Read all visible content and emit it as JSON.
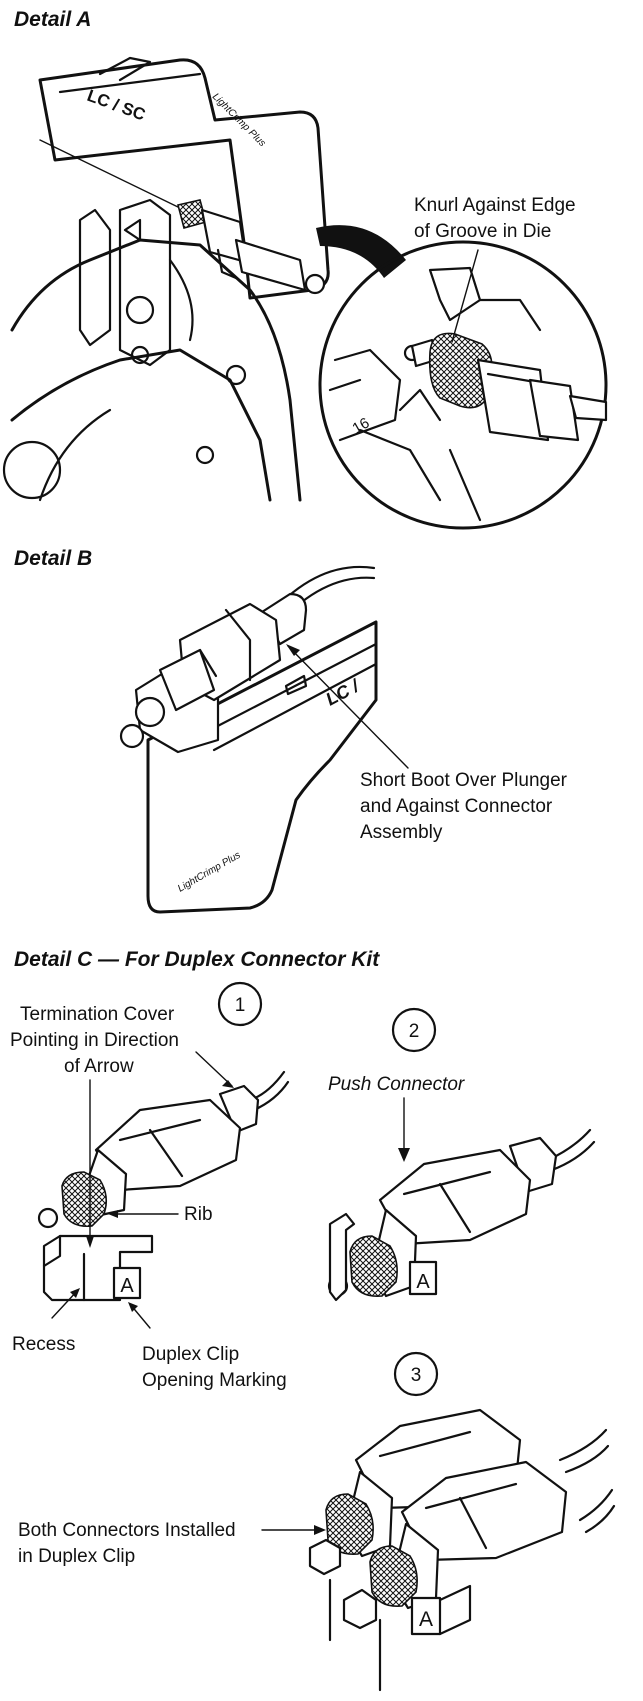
{
  "detail_a": {
    "heading": "Detail A",
    "die_marking": "LC / SC",
    "tool_marking": "LightCrimp Plus",
    "die_number": "16",
    "callout_line1": "Knurl Against Edge",
    "callout_line2": "of Groove in Die"
  },
  "detail_b": {
    "heading": "Detail B",
    "die_marking": "LC /",
    "tool_marking": "LightCrimp Plus",
    "callout_line1": "Short Boot Over Plunger",
    "callout_line2": "and Against Connector",
    "callout_line3": "Assembly"
  },
  "detail_c": {
    "heading": "Detail C — For Duplex Connector Kit",
    "step1": "1",
    "step2": "2",
    "step3": "3",
    "termination_line1": "Termination Cover",
    "termination_line2": "Pointing in Direction",
    "termination_line3": "of Arrow",
    "rib": "Rib",
    "recess": "Recess",
    "duplex_line1": "Duplex Clip",
    "duplex_line2": "Opening Marking",
    "clip_letter": "A",
    "push_connector": "Push Connector",
    "both_line1": "Both Connectors Installed",
    "both_line2": "in Duplex Clip"
  }
}
